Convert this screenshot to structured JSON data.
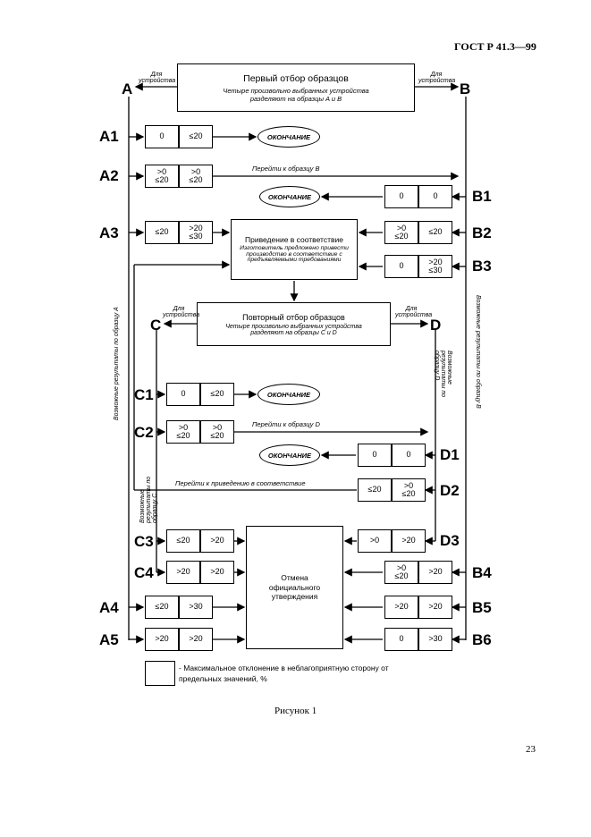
{
  "header": {
    "standard": "ГОСТ Р 41.3—99"
  },
  "first_sampling": {
    "title": "Первый отбор образцов",
    "subtitle": "Четыре произвольно выбранных устройства разделяют на образцы A и B",
    "left_arrow_label": "Для устройства",
    "right_arrow_label": "Для устройства"
  },
  "second_sampling": {
    "title": "Повторный отбор образцов",
    "subtitle": "Четыре произвольно выбранных устройства разделяют на образцы C и D",
    "left_arrow_label": "Для устройства",
    "right_arrow_label": "Для устройства"
  },
  "bus_labels": {
    "A": "A",
    "B": "B",
    "C": "C",
    "D": "D"
  },
  "conformity_box": {
    "title": "Приведение в соответствие",
    "text": "Изготовитель предложено привести производство в соответствие с предъявляемыми требованиями"
  },
  "withdrawal_box": {
    "text": "Отмена официального утверждения"
  },
  "end_label": "ОКОНЧАНИЕ",
  "transitions": {
    "to_B": "Перейти к образцу B",
    "to_D": "Перейти к образцу D",
    "to_conformity": "Перейти к приведению в соответствие"
  },
  "vertical_labels": {
    "left_A": "Возможные результаты по образцу А",
    "right_B": "Возможные результаты по образцу В",
    "left_C": "Возможные результаты по образцу С",
    "right_D": "Возможные результаты по образцу D"
  },
  "rows": {
    "A1": {
      "label": "A1",
      "c1": "0",
      "c2": "≤20"
    },
    "A2": {
      "label": "A2",
      "c1": ">0\n≤20",
      "c2": ">0\n≤20"
    },
    "B1": {
      "label": "B1",
      "c1": "0",
      "c2": "0"
    },
    "A3": {
      "label": "A3",
      "c1": "≤20",
      "c2": ">20\n≤30"
    },
    "B2": {
      "label": "B2",
      "c1": ">0\n≤20",
      "c2": "≤20"
    },
    "B3": {
      "label": "B3",
      "c1": "0",
      "c2": ">20\n≤30"
    },
    "C1": {
      "label": "C1",
      "c1": "0",
      "c2": "≤20"
    },
    "C2": {
      "label": "C2",
      "c1": ">0\n≤20",
      "c2": ">0\n≤20"
    },
    "D1": {
      "label": "D1",
      "c1": "0",
      "c2": "0"
    },
    "D2": {
      "label": "D2",
      "c1": "≤20",
      "c2": ">0\n≤20"
    },
    "C3": {
      "label": "C3",
      "c1": "≤20",
      "c2": ">20"
    },
    "D3": {
      "label": "D3",
      "c1": ">0",
      "c2": ">20"
    },
    "C4": {
      "label": "C4",
      "c1": ">20",
      "c2": ">20"
    },
    "B4": {
      "label": "B4",
      "c1": ">0\n≤20",
      "c2": ">20"
    },
    "A4": {
      "label": "A4",
      "c1": "≤20",
      "c2": ">30"
    },
    "B5": {
      "label": "B5",
      "c1": ">20",
      "c2": ">20"
    },
    "A5": {
      "label": "A5",
      "c1": ">20",
      "c2": ">20"
    },
    "B6": {
      "label": "B6",
      "c1": "0",
      "c2": ">30"
    }
  },
  "legend": {
    "text": "- Максимальное отклонение в неблагоприятную сторону от предельных значений, %"
  },
  "caption": "Рисунок 1",
  "page_number": "23"
}
